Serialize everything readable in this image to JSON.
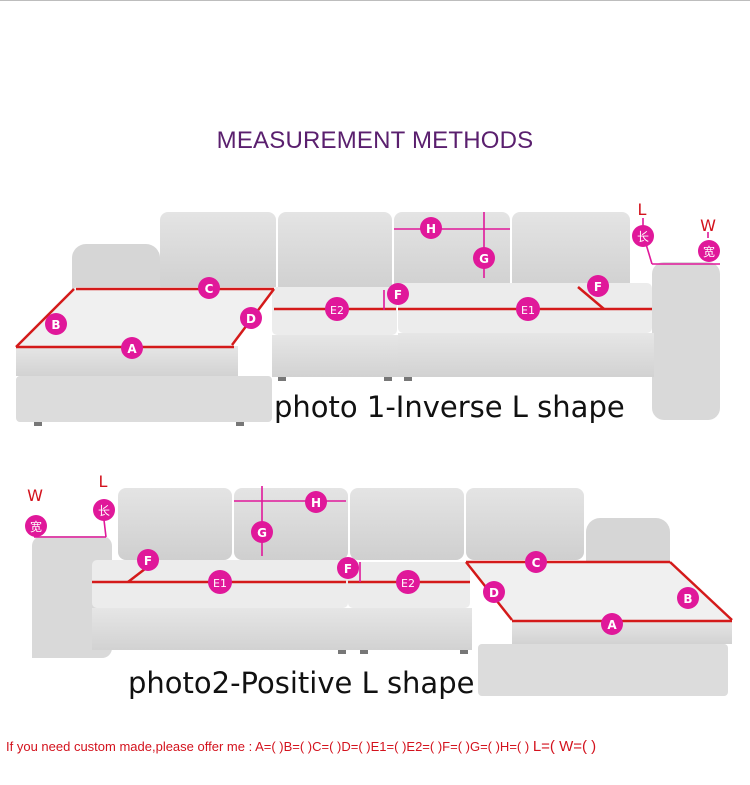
{
  "title": "MEASUREMENT METHODS",
  "photo1": {
    "caption": "photo 1-Inverse L shape",
    "labels": {
      "A": "A",
      "B": "B",
      "C": "C",
      "D": "D",
      "E1": "E1",
      "E2": "E2",
      "F1": "F",
      "F2": "F",
      "G": "G",
      "H": "H",
      "chang": "长",
      "kuan": "宽",
      "L": "L",
      "W": "W"
    }
  },
  "photo2": {
    "caption": "photo2-Positive L shape",
    "labels": {
      "A": "A",
      "B": "B",
      "C": "C",
      "D": "D",
      "E1": "E1",
      "E2": "E2",
      "F1": "F",
      "F2": "F",
      "G": "G",
      "H": "H",
      "chang": "长",
      "kuan": "宽",
      "L": "L",
      "W": "W"
    }
  },
  "footer": {
    "text": "If you need custom made,please offer me : A=( )B=( )C=( )D=( )E1=( )E2=( )F=( )G=( )H=( ) ",
    "l": "L=( ",
    "w": "W=( )"
  },
  "colors": {
    "marker": "#e0189a",
    "measure": "#d41a1a",
    "guide": "#e0189a",
    "title": "#5a1f6e",
    "footer": "#d3121d"
  }
}
